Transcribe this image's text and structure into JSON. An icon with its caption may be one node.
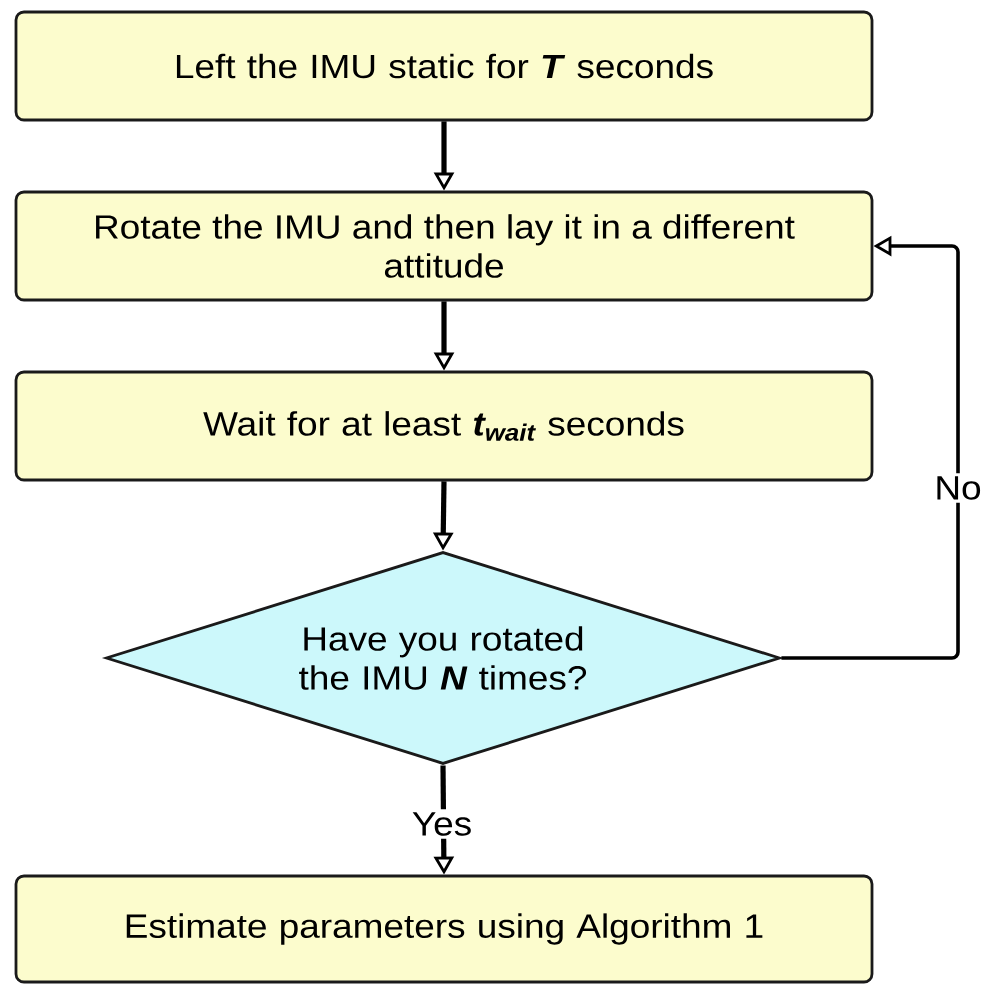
{
  "diagram": {
    "nodes": [
      {
        "text": [
          "Left the IMU static for **T** seconds"
        ]
      },
      {
        "text": [
          "Rotate the IMU and then lay it in a different attitude"
        ]
      },
      {
        "text": [
          "Wait for at least **t$_{wait}$** seconds"
        ]
      },
      {
        "text": [
          "Have you rotated the IMU **N** times?"
        ]
      },
      {
        "text": [
          "Estimate parameters using Algorithm 1"
        ]
      }
    ],
    "edges": [
      {
        "from": 0,
        "to": 1,
        "arrow": "to"
      },
      {
        "from": 1,
        "to": 2,
        "arrow": "to"
      },
      {
        "from": 2,
        "to": 3,
        "arrow": "to"
      },
      {
        "from": 3,
        "to": 4,
        "arrow": "to",
        "label": "Yes"
      },
      {
        "from": 3,
        "to": 1,
        "arrow": "to",
        "label": "No"
      }
    ]
  }
}
